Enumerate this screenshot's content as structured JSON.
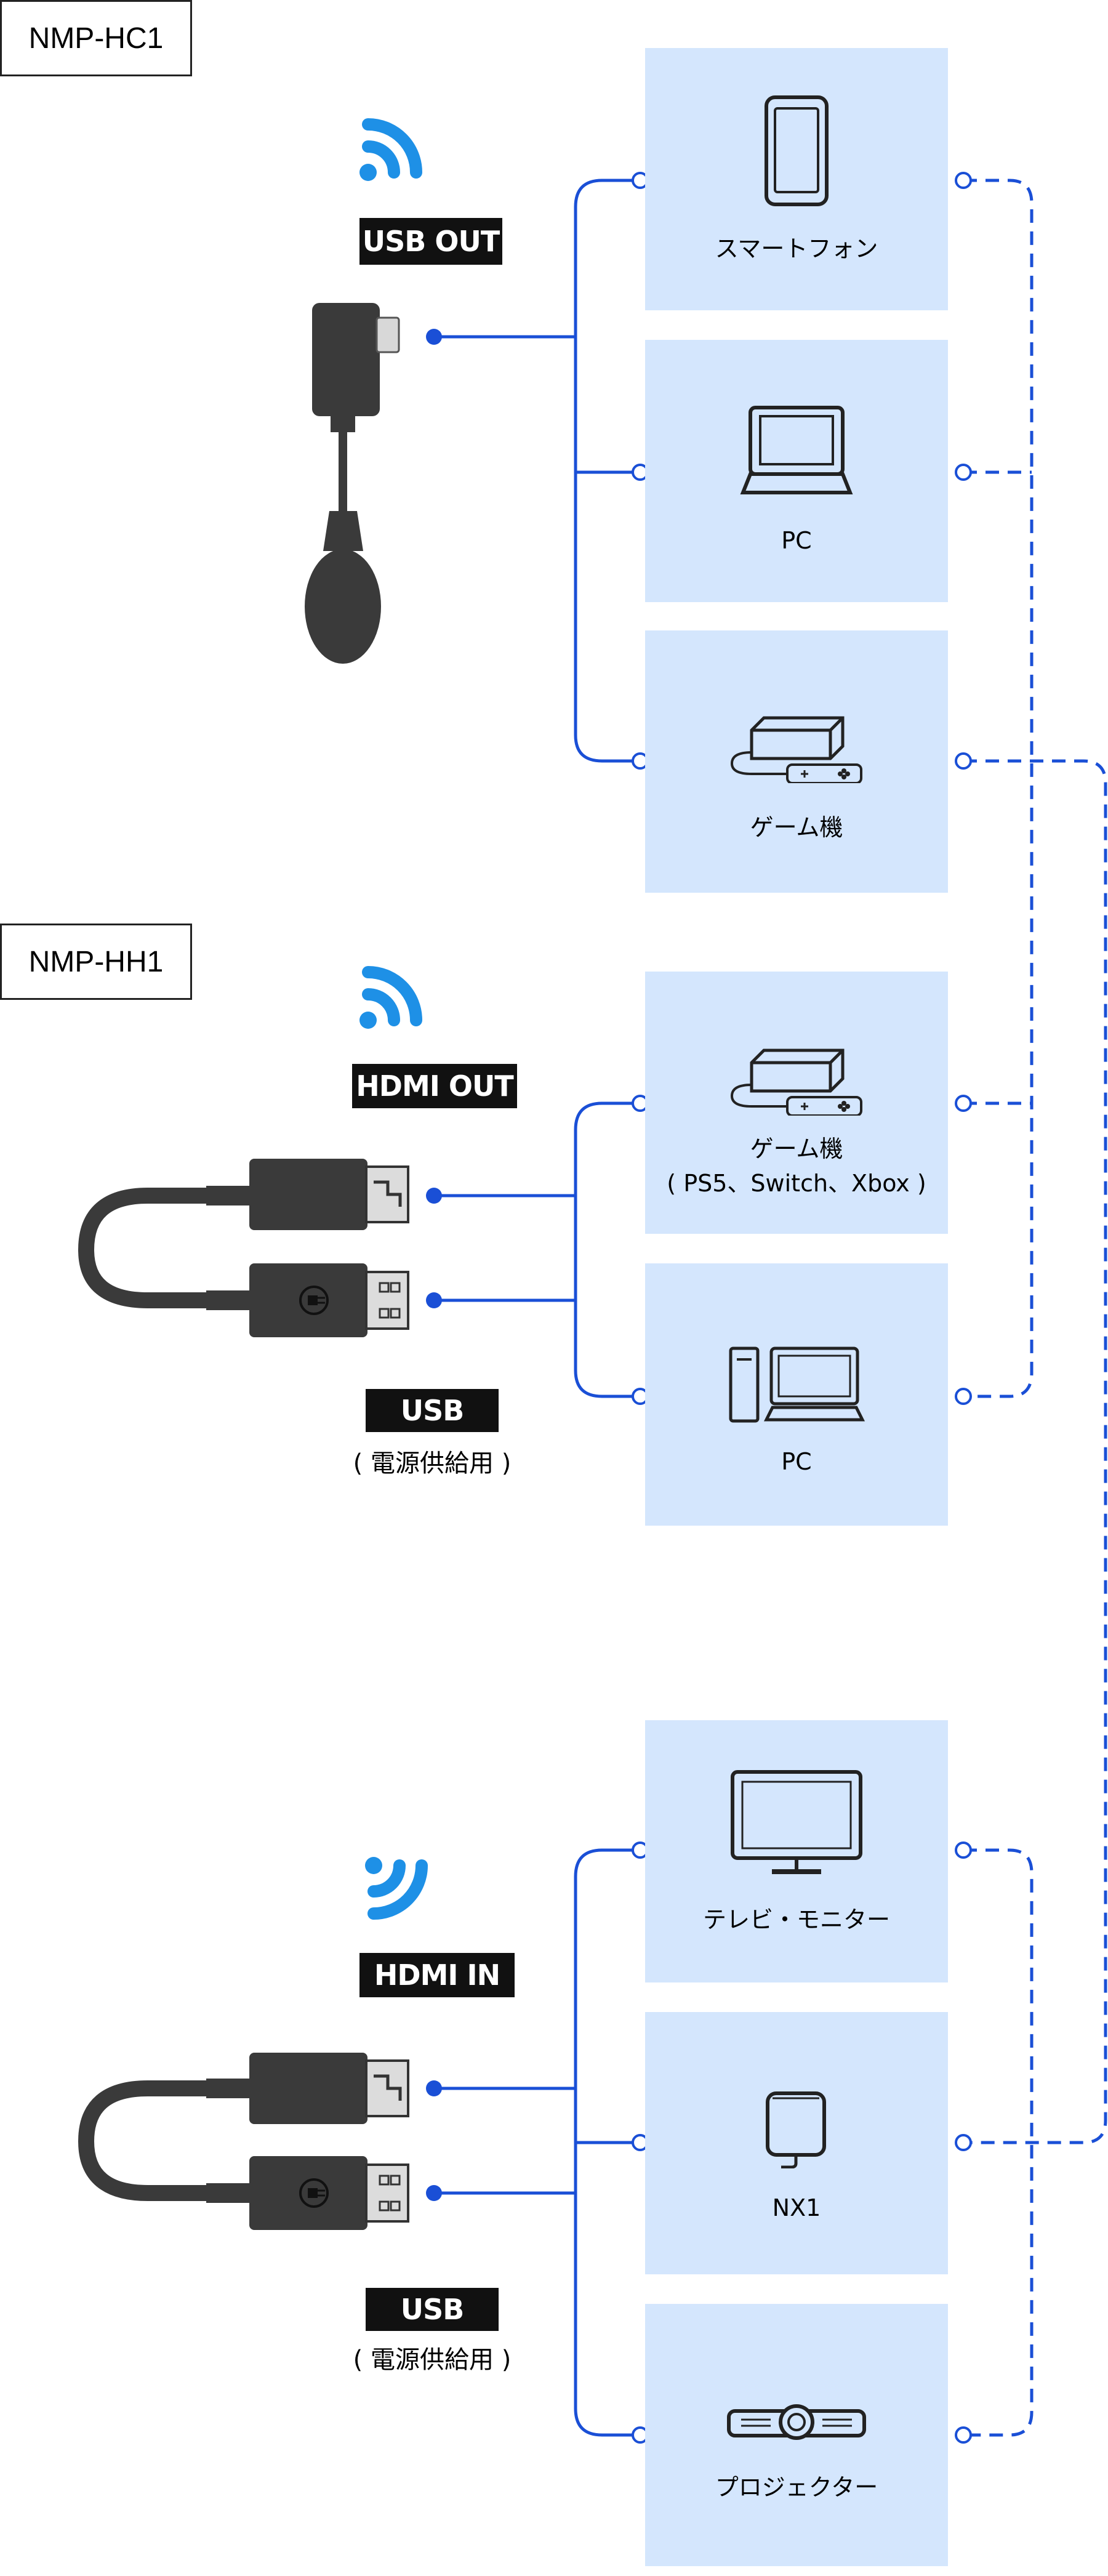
{
  "sections": {
    "hc1": {
      "model": "NMP-HC1",
      "out_label": "USB OUT",
      "devices": [
        "スマートフォン",
        "PC",
        "ゲーム機"
      ]
    },
    "hh1_out": {
      "model": "NMP-HH1",
      "out_label": "HDMI OUT",
      "power_label": "USB",
      "power_note": "( 電源供給用 )",
      "devices": [
        "ゲーム機",
        "( PS5、Switch、Xbox )",
        "PC"
      ]
    },
    "hh1_in": {
      "in_label": "HDMI IN",
      "power_label": "USB",
      "power_note": "( 電源供給用 )",
      "devices": [
        "テレビ・モニター",
        "NX1",
        "プロジェクター"
      ]
    }
  },
  "icons": [
    "wifi-signal-icon",
    "smartphone-icon",
    "laptop-icon",
    "game-console-icon",
    "desktop-pc-icon",
    "tv-monitor-icon",
    "nx1-device-icon",
    "projector-icon",
    "usb-dongle-icon",
    "hdmi-usb-cable-icon",
    "power-plug-icon"
  ],
  "colors": {
    "card_bg": "#d4e6fd",
    "line_blue": "#1a4fd6",
    "wifi_blue": "#1e90e6",
    "tag_bg": "#111111"
  }
}
